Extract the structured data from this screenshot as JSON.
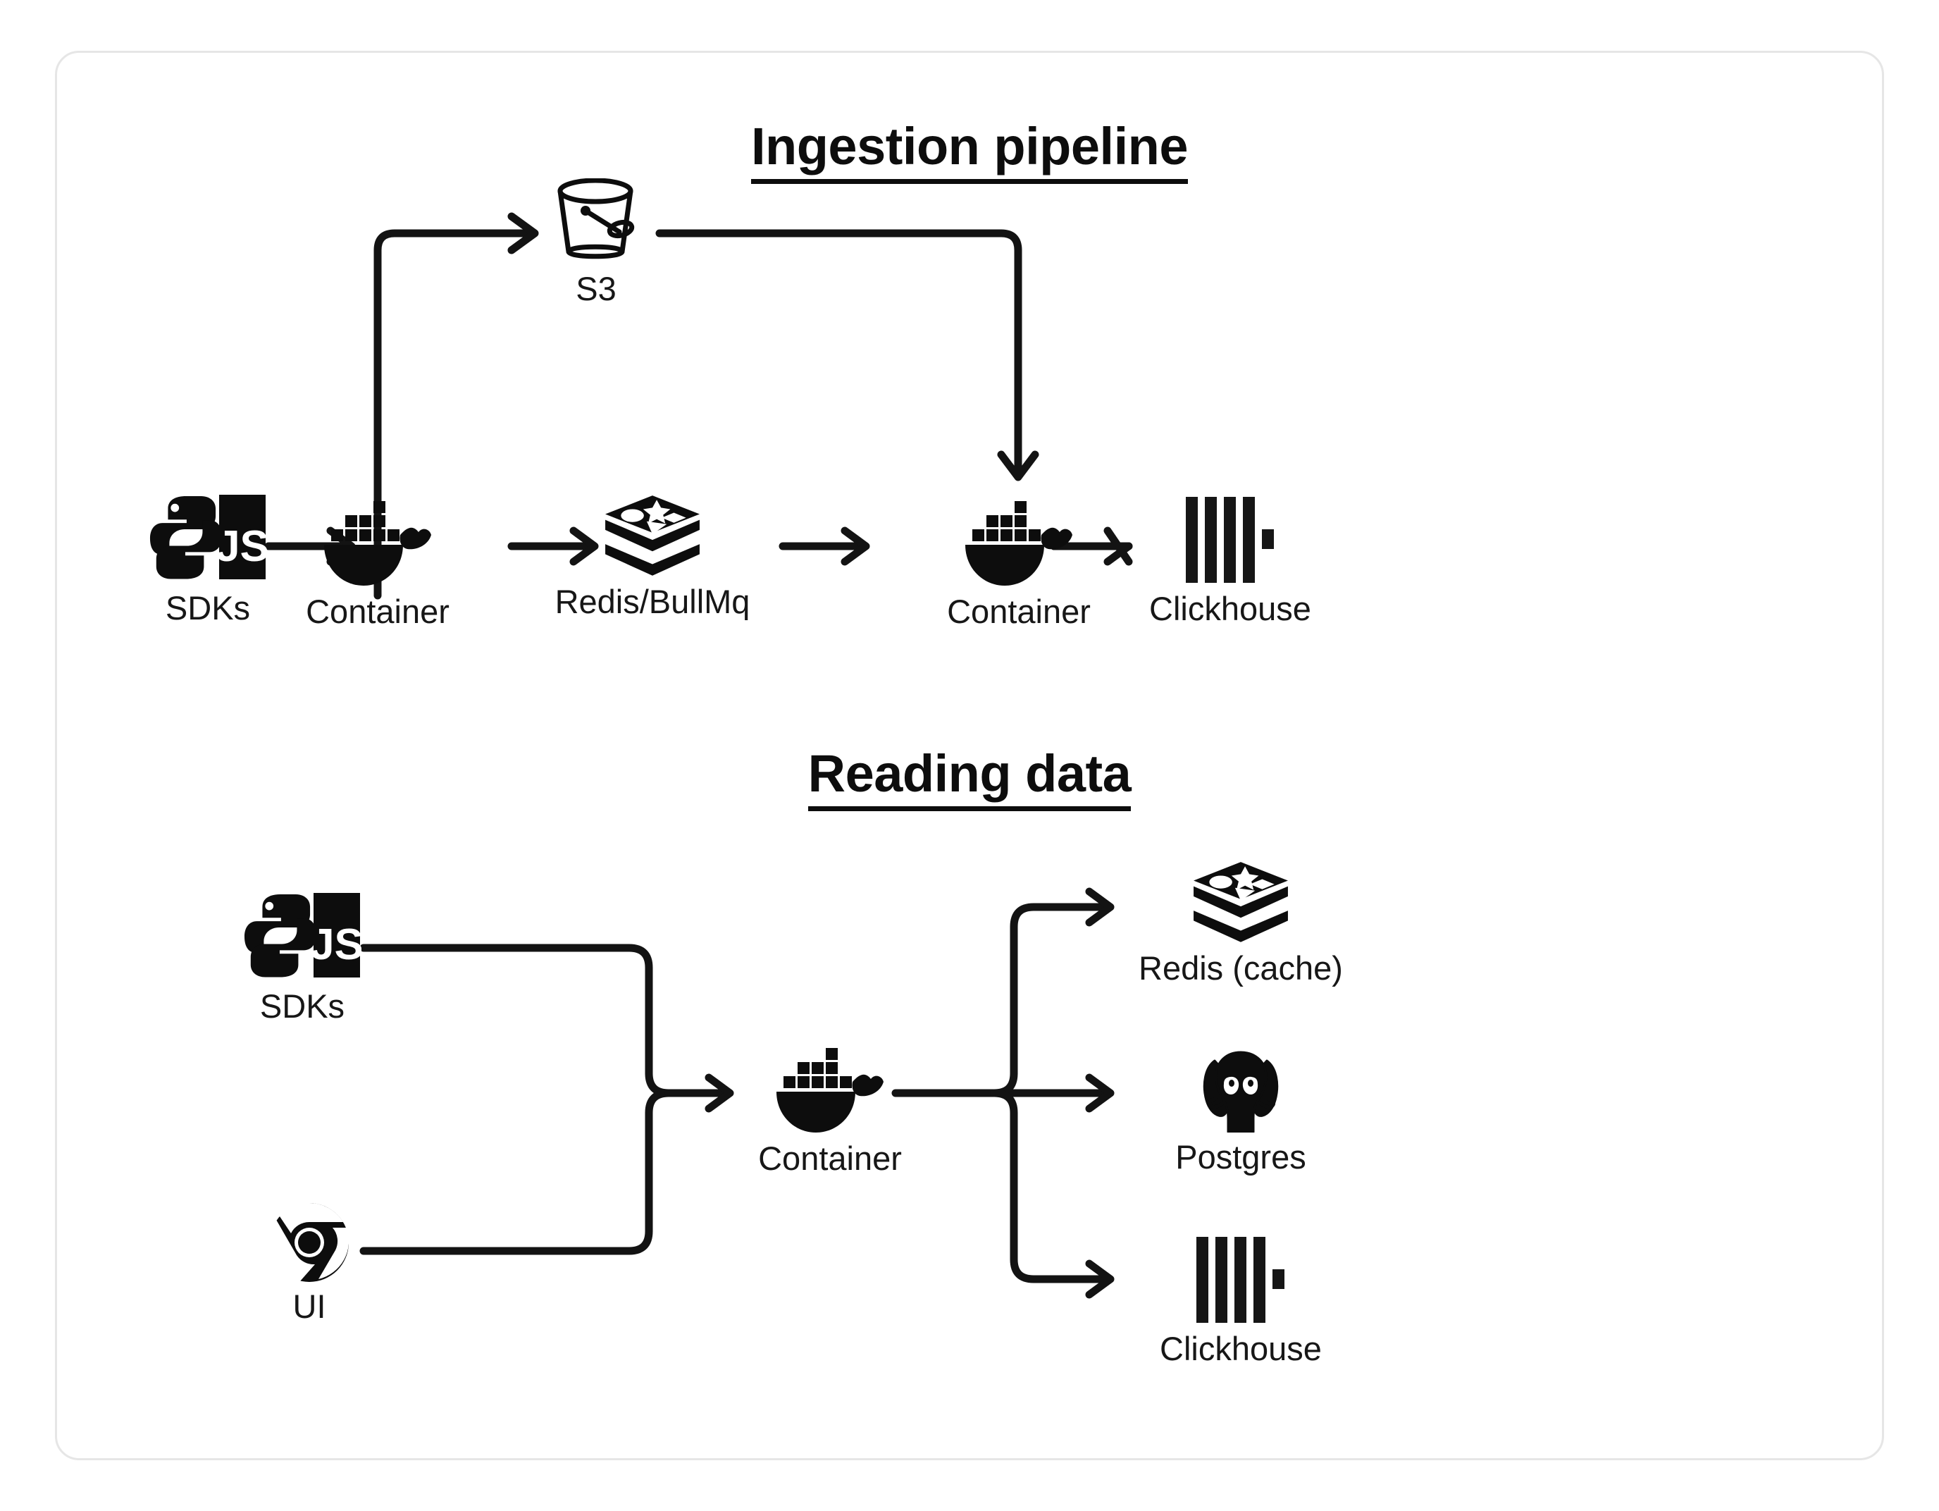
{
  "card": {
    "border_color": "#e6e6e6",
    "background": "#ffffff"
  },
  "sections": [
    {
      "id": "ingestion",
      "title": "Ingestion pipeline",
      "nodes": [
        {
          "id": "sdks-1",
          "label": "SDKs",
          "icon": "python-js-sdk-icon"
        },
        {
          "id": "container-1",
          "label": "Container",
          "icon": "docker-whale-icon"
        },
        {
          "id": "redis-bullmq",
          "label": "Redis/BullMq",
          "icon": "redis-stack-icon"
        },
        {
          "id": "container-2",
          "label": "Container",
          "icon": "docker-whale-icon"
        },
        {
          "id": "clickhouse-1",
          "label": "Clickhouse",
          "icon": "clickhouse-bars-icon"
        },
        {
          "id": "s3",
          "label": "S3",
          "icon": "bucket-icon"
        }
      ],
      "edges": [
        {
          "from": "sdks-1",
          "to": "container-1",
          "style": "straight-arrow"
        },
        {
          "from": "container-1",
          "to": "s3",
          "style": "up-then-right-arrow"
        },
        {
          "from": "container-1",
          "to": "redis-bullmq",
          "style": "straight-arrow"
        },
        {
          "from": "s3",
          "to": "container-2",
          "style": "right-then-down-arrow"
        },
        {
          "from": "redis-bullmq",
          "to": "container-2",
          "style": "straight-arrow"
        },
        {
          "from": "container-2",
          "to": "clickhouse-1",
          "style": "straight-arrow"
        }
      ]
    },
    {
      "id": "reading",
      "title": "Reading data",
      "nodes": [
        {
          "id": "sdks-2",
          "label": "SDKs",
          "icon": "python-js-sdk-icon"
        },
        {
          "id": "ui",
          "label": "UI",
          "icon": "chrome-icon"
        },
        {
          "id": "container-3",
          "label": "Container",
          "icon": "docker-whale-icon"
        },
        {
          "id": "redis-cache",
          "label": "Redis (cache)",
          "icon": "redis-stack-icon"
        },
        {
          "id": "postgres",
          "label": "Postgres",
          "icon": "postgres-elephant-icon"
        },
        {
          "id": "clickhouse-2",
          "label": "Clickhouse",
          "icon": "clickhouse-bars-icon"
        }
      ],
      "edges": [
        {
          "from": "sdks-2",
          "to": "container-3",
          "style": "merge-arrow"
        },
        {
          "from": "ui",
          "to": "container-3",
          "style": "merge-arrow"
        },
        {
          "from": "container-3",
          "to": "redis-cache",
          "style": "branch-up-arrow"
        },
        {
          "from": "container-3",
          "to": "postgres",
          "style": "branch-straight-arrow"
        },
        {
          "from": "container-3",
          "to": "clickhouse-2",
          "style": "branch-down-arrow"
        }
      ]
    }
  ],
  "icon_labels": {
    "js_text": "JS"
  },
  "colors": {
    "ink": "#0d0d0d",
    "label": "#171717",
    "stroke": "#131313",
    "card_border": "#e6e6e6"
  }
}
